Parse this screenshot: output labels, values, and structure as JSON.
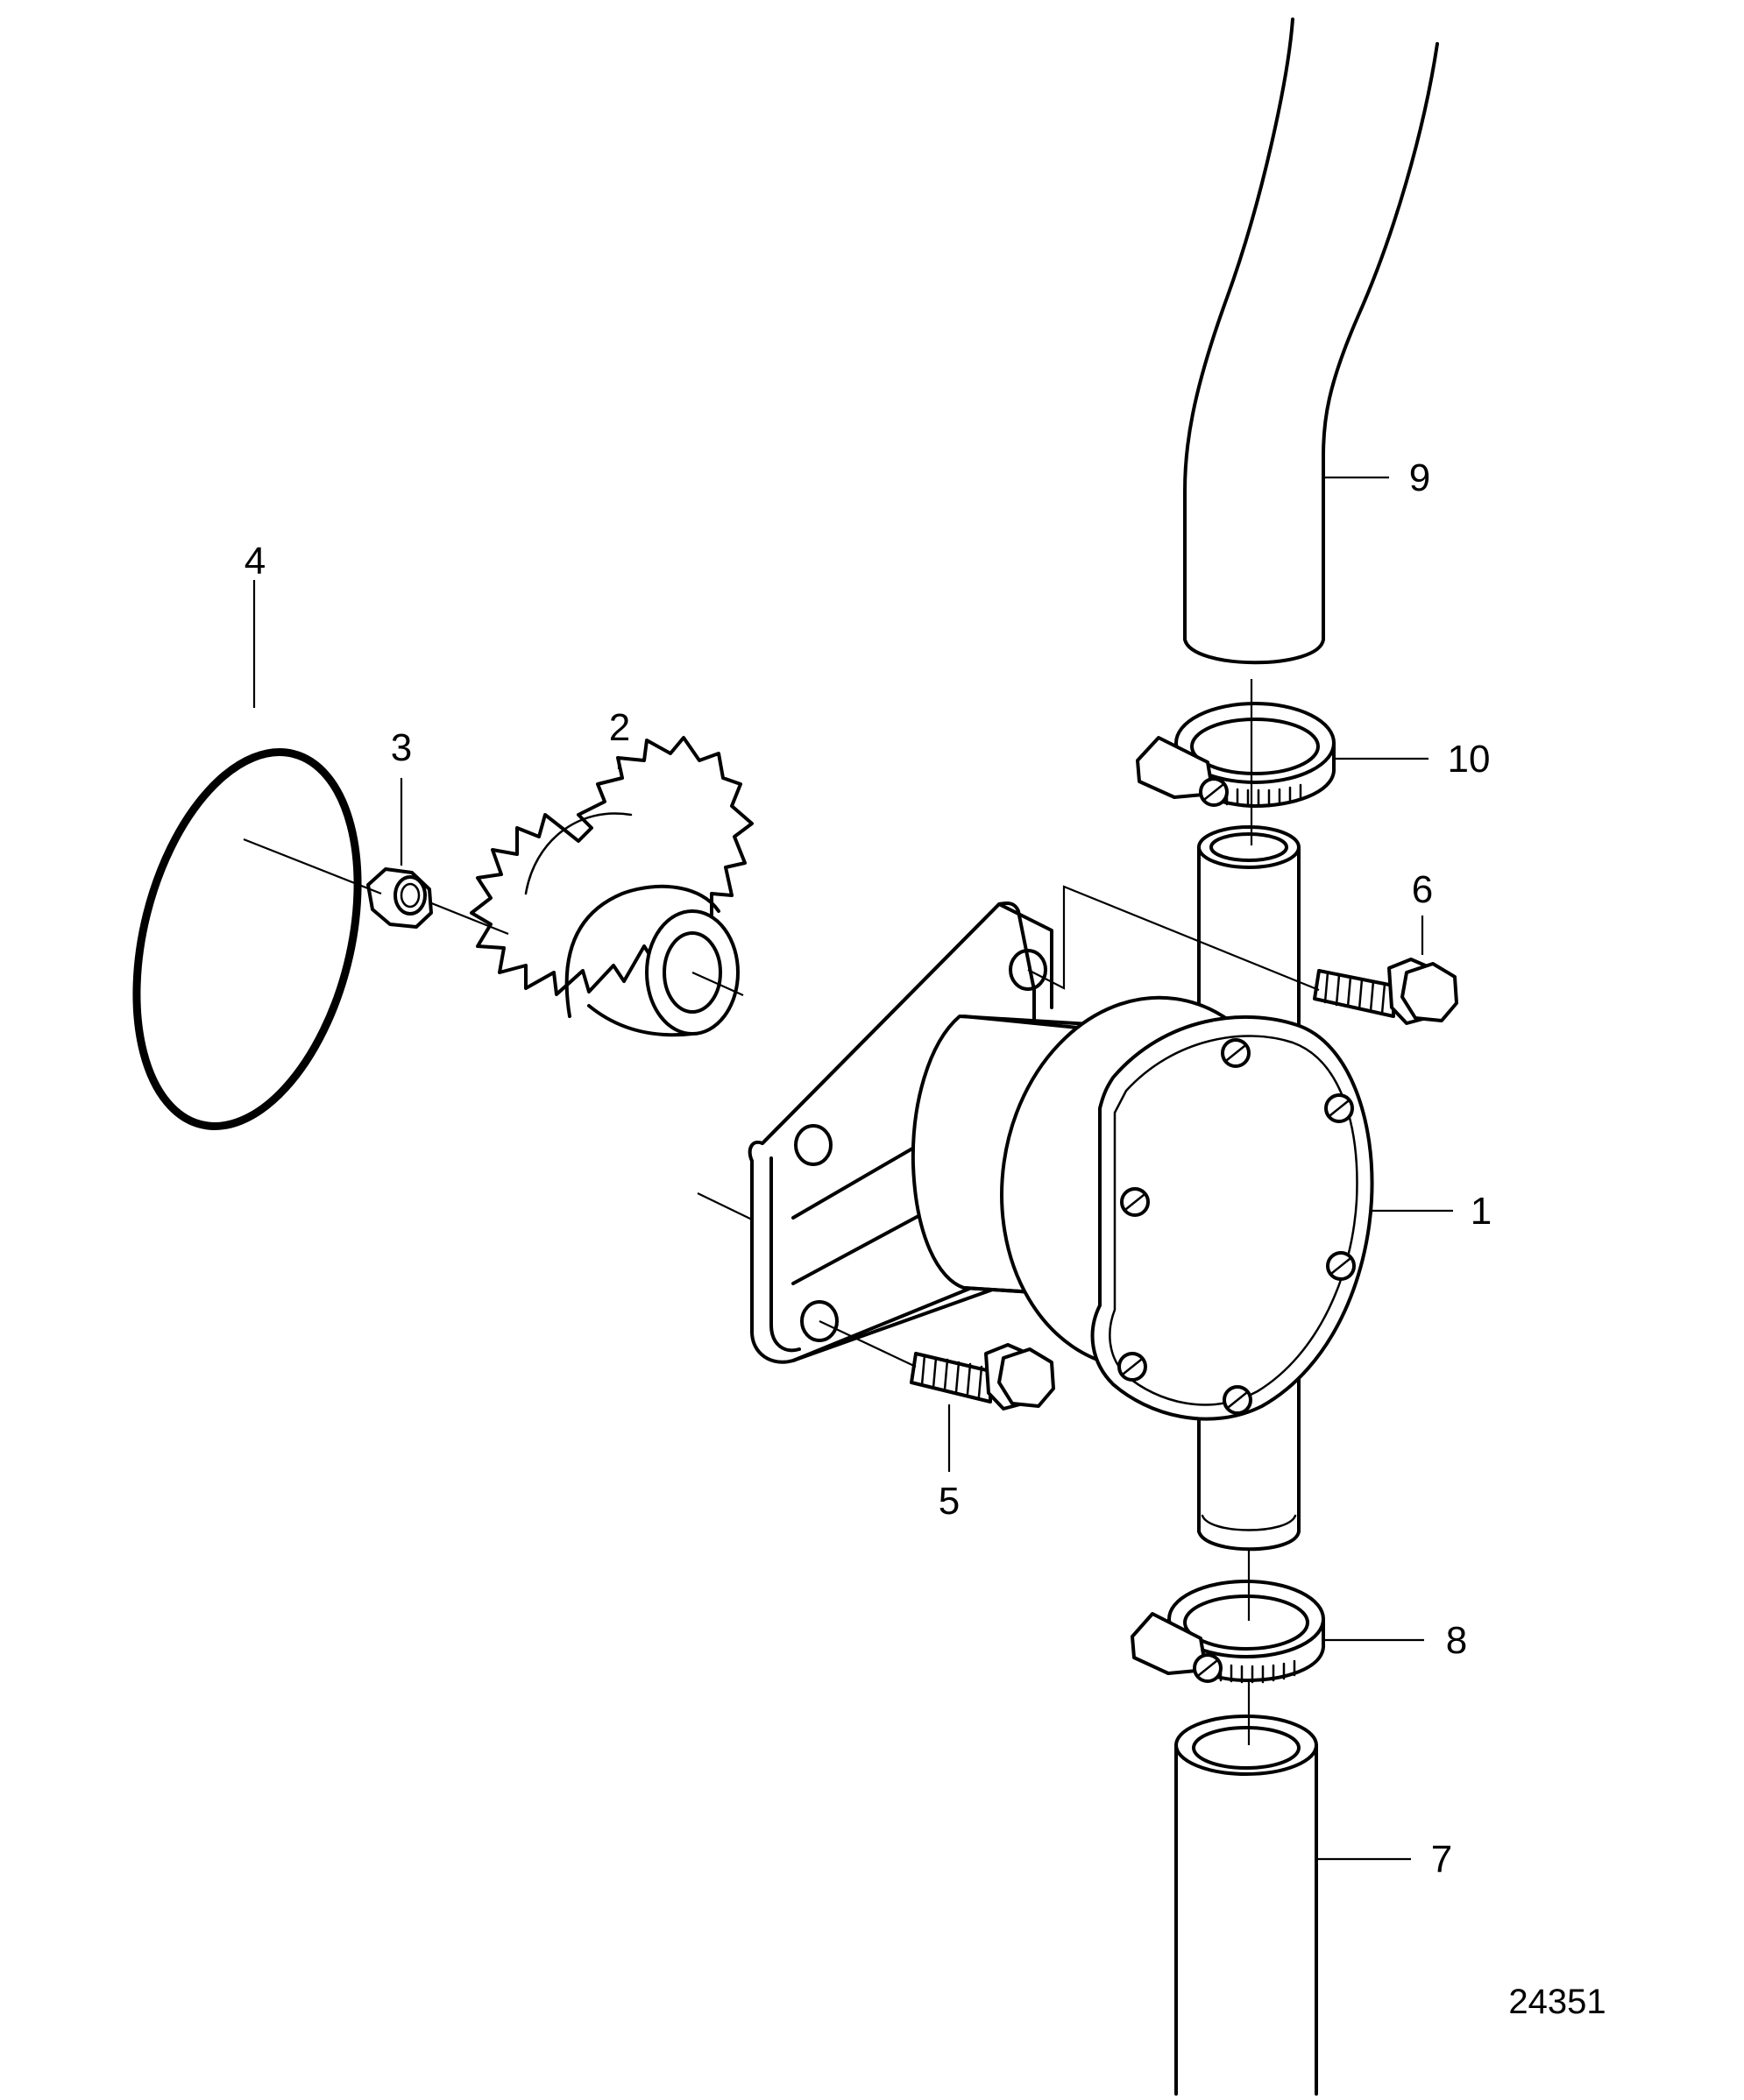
{
  "callouts": {
    "p1": "1",
    "p2": "2",
    "p3": "3",
    "p4": "4",
    "p5": "5",
    "p6": "6",
    "p7": "7",
    "p8": "8",
    "p9": "9",
    "p10": "10"
  },
  "figure_number": "24351"
}
